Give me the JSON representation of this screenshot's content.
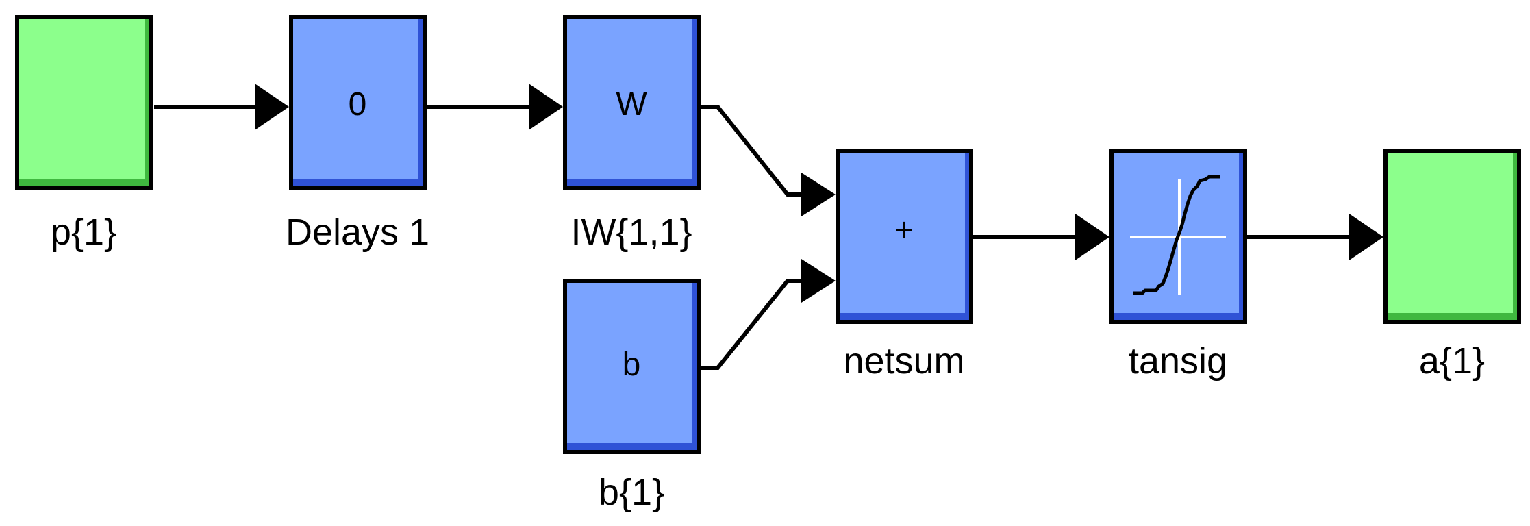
{
  "colors": {
    "io_block": "#8cff8c",
    "io_block_shadow": "#3fb83f",
    "op_block": "#7aa3ff",
    "op_block_shadow": "#2f52d6",
    "border": "#000000",
    "wire": "#000000",
    "tansig_cross": "#ffffff"
  },
  "blocks": {
    "input": {
      "label": "p{1}",
      "text": ""
    },
    "delays": {
      "label": "Delays 1",
      "text": "0"
    },
    "weight": {
      "label": "IW{1,1}",
      "text": "W"
    },
    "bias": {
      "label": "b{1}",
      "text": "b"
    },
    "netsum": {
      "label": "netsum",
      "text": "+"
    },
    "tansig": {
      "label": "tansig",
      "text": ""
    },
    "output": {
      "label": "a{1}",
      "text": ""
    }
  },
  "icons": {
    "tansig": "sigmoid-curve-icon",
    "arrow": "arrowhead-icon"
  }
}
